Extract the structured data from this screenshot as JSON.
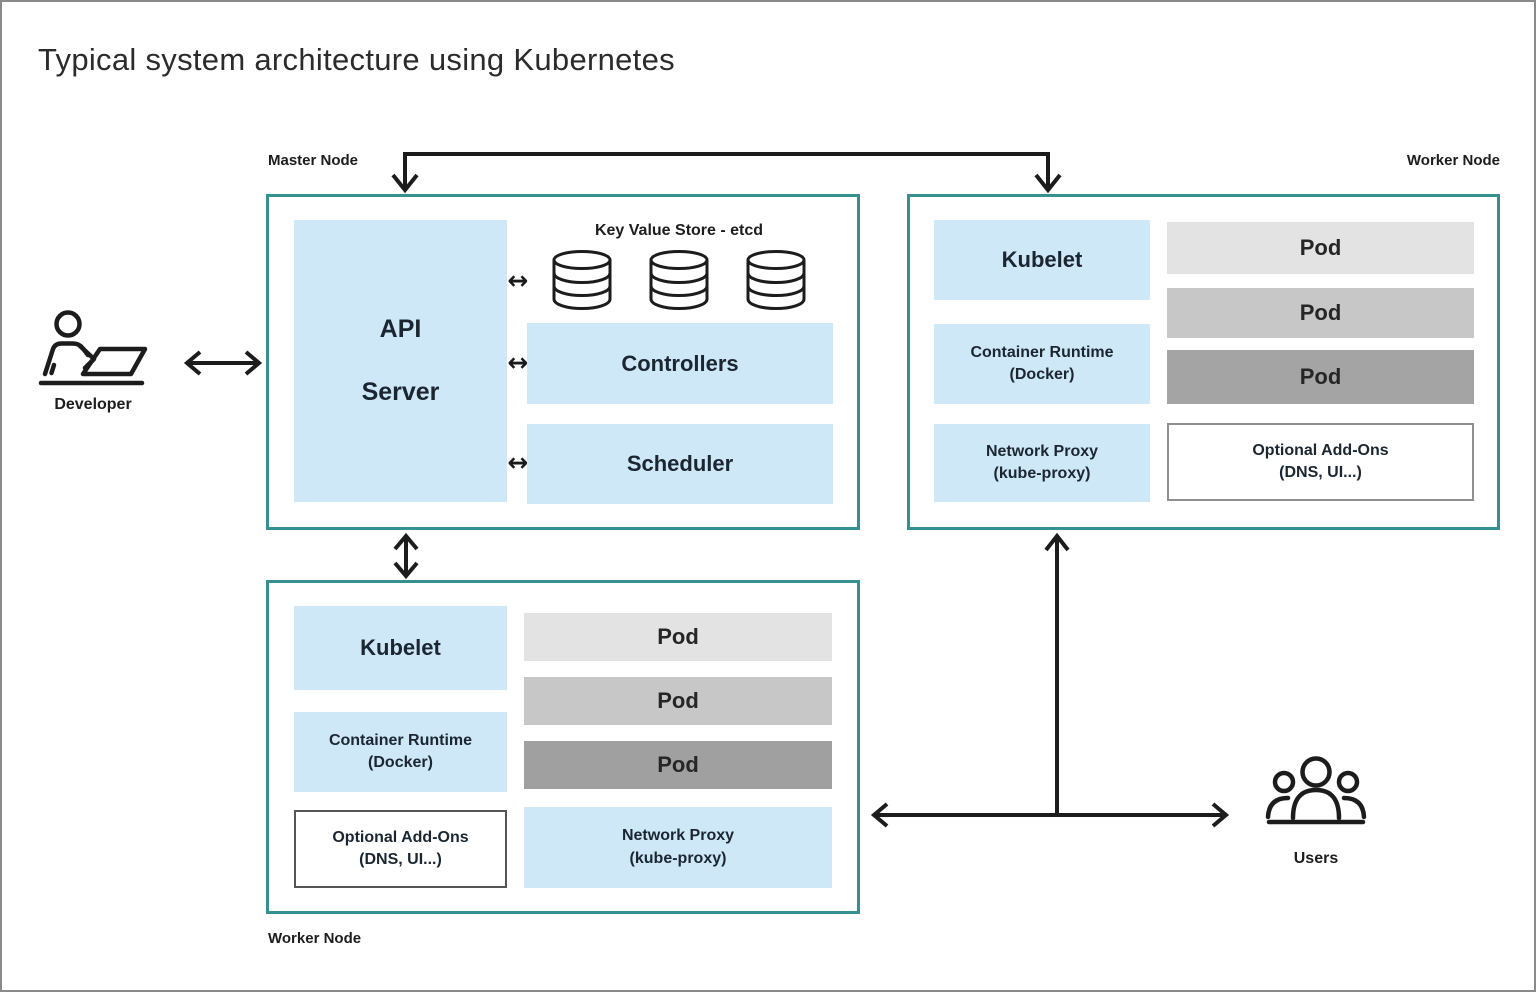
{
  "title": "Typical system architecture using Kubernetes",
  "symbols": {
    "exchange": "↔"
  },
  "icons": {
    "developer": "person-at-laptop-icon",
    "users": "user-group-icon",
    "etcd_store": "database-cylinder-icon",
    "exchange": "bidirectional-arrow"
  },
  "colors": {
    "node_border": "#35918f",
    "component_fill": "#cee8f8",
    "connector_line": "#1c1c1c",
    "pod_shades": [
      "#e3e3e3",
      "#c7c7c7",
      "#a4a4a4"
    ]
  },
  "developer": {
    "label": "Developer"
  },
  "users": {
    "label": "Users"
  },
  "master_node": {
    "label": "Master Node",
    "api_server": {
      "line1": "API",
      "line2": "Server"
    },
    "etcd": {
      "label": "Key Value Store - etcd",
      "replica_count": 3
    },
    "controllers": {
      "label": "Controllers"
    },
    "scheduler": {
      "label": "Scheduler"
    }
  },
  "worker_node_top": {
    "label": "Worker Node",
    "kubelet": {
      "label": "Kubelet"
    },
    "container_runtime": {
      "line1": "Container Runtime",
      "line2": "(Docker)"
    },
    "network_proxy": {
      "line1": "Network Proxy",
      "line2": "(kube-proxy)"
    },
    "pods": [
      {
        "label": "Pod",
        "shade": "#e3e3e3"
      },
      {
        "label": "Pod",
        "shade": "#c7c7c7"
      },
      {
        "label": "Pod",
        "shade": "#a4a4a4"
      }
    ],
    "addons": {
      "line1": "Optional Add-Ons",
      "line2": "(DNS, UI...)"
    }
  },
  "worker_node_bottom": {
    "label": "Worker Node",
    "kubelet": {
      "label": "Kubelet"
    },
    "container_runtime": {
      "line1": "Container Runtime",
      "line2": "(Docker)"
    },
    "network_proxy": {
      "line1": "Network Proxy",
      "line2": "(kube-proxy)"
    },
    "pods": [
      {
        "label": "Pod",
        "shade": "#e3e3e3"
      },
      {
        "label": "Pod",
        "shade": "#c7c7c7"
      },
      {
        "label": "Pod",
        "shade": "#a0a0a0"
      }
    ],
    "addons": {
      "line1": "Optional Add-Ons",
      "line2": "(DNS, UI...)"
    }
  }
}
